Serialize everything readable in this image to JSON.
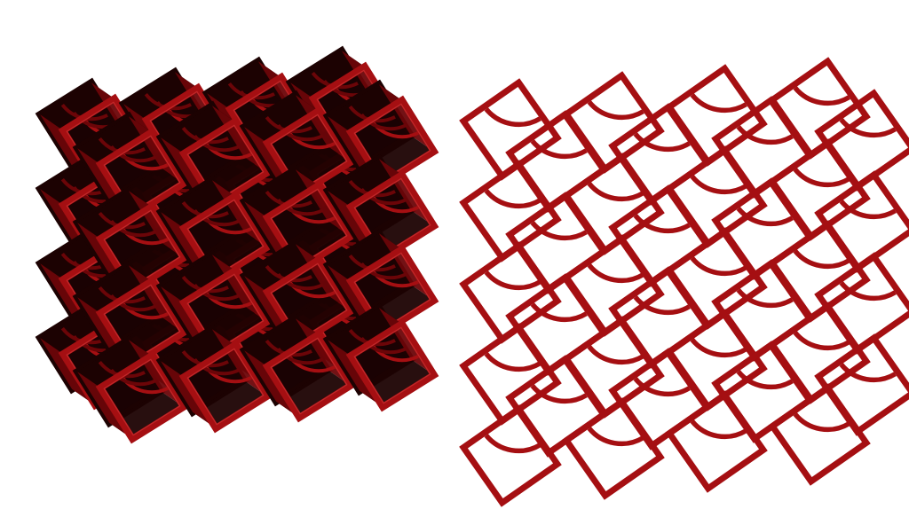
{
  "figure": {
    "panels": [
      {
        "id": "isometric-lattice",
        "kind": "3d-render",
        "rows": 4,
        "cols": 4,
        "layers": 3
      },
      {
        "id": "front-view-lattice",
        "kind": "2d-front-view",
        "rows": 4,
        "cols": 4
      }
    ]
  },
  "colors": {
    "background": "#ffffff",
    "frame": "#a50f12",
    "frame_dark": "#6b0508",
    "frame_shadow": "#1c0202",
    "cavity": "#1a0203",
    "highlight": "#d43a3a"
  },
  "icons": {
    "cell": "square-frame-with-quarter-arc"
  }
}
